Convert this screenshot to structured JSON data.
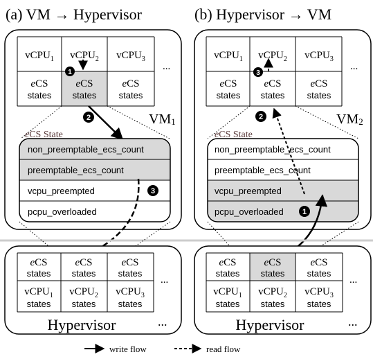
{
  "panel_a": {
    "title": "(a) VM → Hypervisor",
    "vm_label": "VM",
    "vm_sub": "1",
    "vcpus": [
      {
        "name": "vCPU",
        "sub": "1"
      },
      {
        "name": "vCPU",
        "sub": "2"
      },
      {
        "name": "vCPU",
        "sub": "3"
      }
    ],
    "ellipsis": "...",
    "ecs_state_prefix": "e",
    "ecs_state_rest": "CS State",
    "state_fields": [
      "non_preemptable_ecs_count",
      "preemptable_ecs_count",
      "vcpu_preempted",
      "pcpu_overloaded"
    ],
    "step_markers": [
      "1",
      "2",
      "3"
    ],
    "hypervisor_label": "Hypervisor"
  },
  "panel_b": {
    "title": "(b) Hypervisor → VM",
    "vm_label": "VM",
    "vm_sub": "2",
    "vcpus": [
      {
        "name": "vCPU",
        "sub": "1"
      },
      {
        "name": "vCPU",
        "sub": "2"
      },
      {
        "name": "vCPU",
        "sub": "3"
      }
    ],
    "ellipsis": "...",
    "ecs_state_prefix": "e",
    "ecs_state_rest": "CS State",
    "state_fields": [
      "non_preemptable_ecs_count",
      "preemptable_ecs_count",
      "vcpu_preempted",
      "pcpu_overloaded"
    ],
    "step_markers": [
      "1",
      "2",
      "3"
    ],
    "hypervisor_label": "Hypervisor"
  },
  "cells": {
    "ecs_prefix": "e",
    "ecs_rest": "CS",
    "states": "states",
    "vcpu_states_name": "vCPU",
    "ellipsis": "..."
  },
  "legend": {
    "write_flow": "write flow",
    "read_flow": "read flow"
  },
  "colors": {
    "highlight": "#d9d9d9",
    "stroke": "#000000",
    "divider": "#cccccc"
  }
}
